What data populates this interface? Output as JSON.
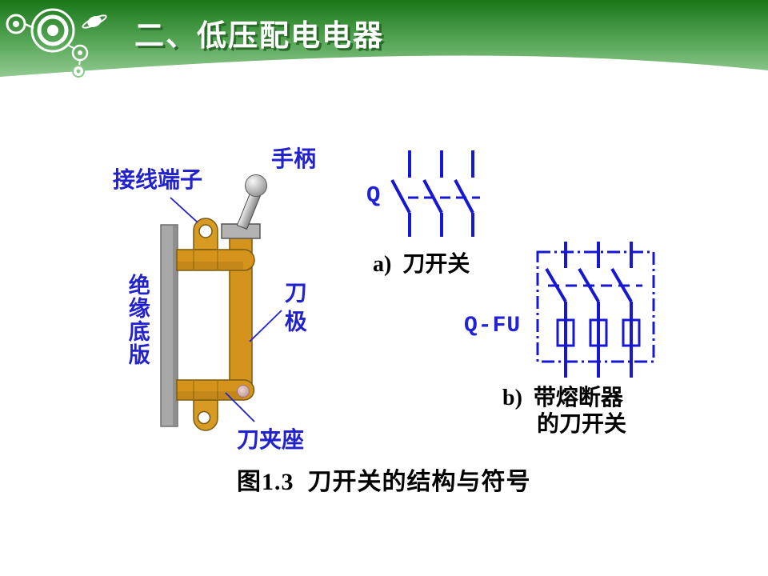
{
  "slide": {
    "title": "二、低压配电电器",
    "figure_caption": "图1.3  刀开关的结构与符号",
    "structure": {
      "labels": {
        "handle": "手柄",
        "terminal": "接线端子",
        "insulating_base": "绝缘底版",
        "knife_pole": "刀极",
        "knife_clamp": "刀夹座"
      }
    },
    "symbol_a": {
      "designation": "Q",
      "caption": "a)  刀开关"
    },
    "symbol_b": {
      "designation": "Q-FU",
      "caption_line1": "b)  带熔断器",
      "caption_line2": "的刀开关"
    },
    "colors": {
      "header_green_top": "#187818",
      "header_green_bottom": "#97cd97",
      "title_text": "#ffffff",
      "title_shadow": "#2a6b2a",
      "label_blue": "#2222cc",
      "circuit_blue": "#1717d1",
      "text_black": "#000000",
      "copper_orange": "#d4941c",
      "base_gray": "#a8a8a8"
    }
  }
}
